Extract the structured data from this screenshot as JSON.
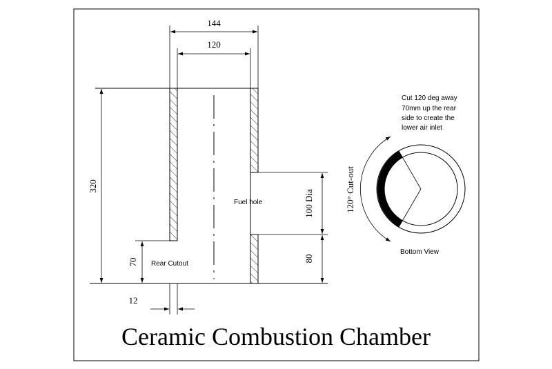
{
  "title": "Ceramic Combustion Chamber",
  "dimensions": {
    "outer_width": "144",
    "inner_width": "120",
    "height": "320",
    "rear_cutout_height": "70",
    "wall_thickness": "12",
    "fuel_hole_dia": "100 Dia",
    "fuel_hole_offset": "80",
    "cutout_angle": "120° Cut-out"
  },
  "labels": {
    "fuel_hole": "Fuel hole",
    "rear_cutout": "Rear Cutout",
    "bottom_view": "Bottom View",
    "note_lines": [
      "Cut 120 deg away",
      "70mm up the rear",
      "side to create the",
      "lower air inlet"
    ]
  },
  "colors": {
    "line": "#000000",
    "background": "#ffffff"
  }
}
